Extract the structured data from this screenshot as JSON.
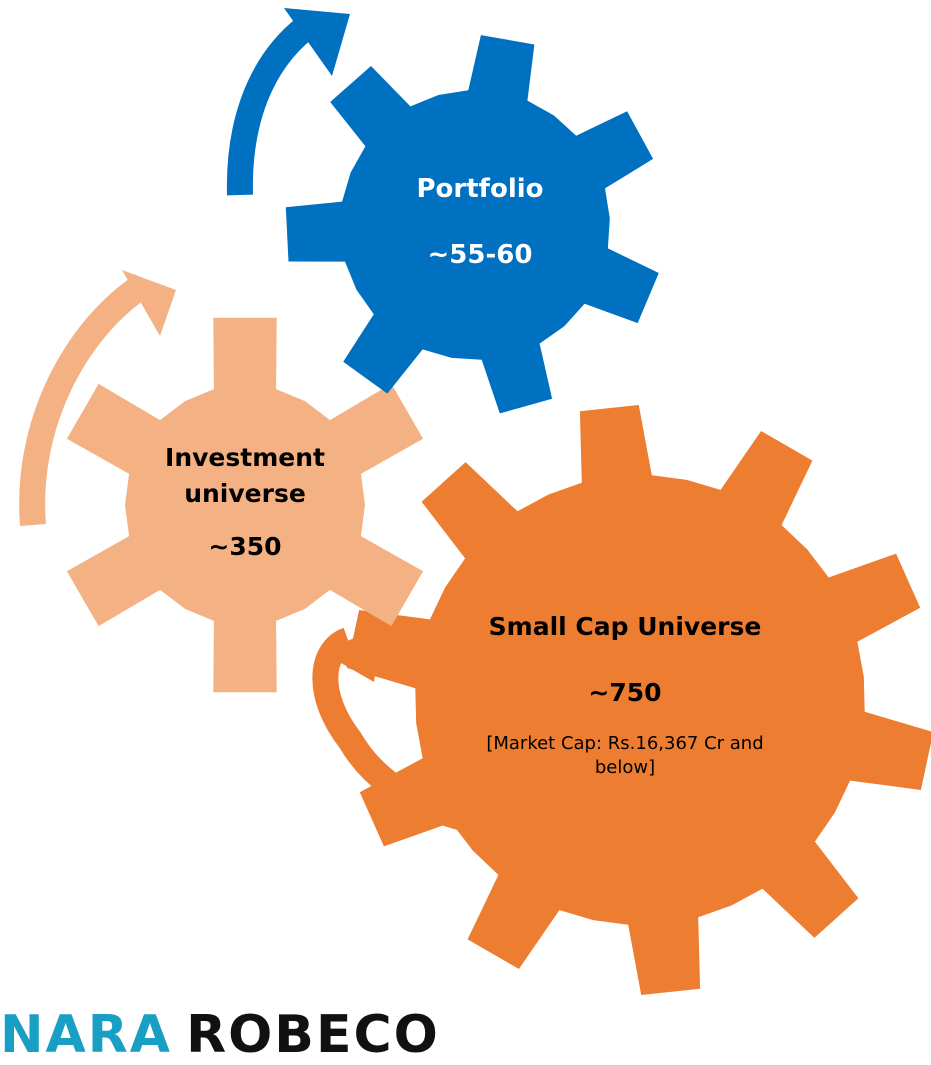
{
  "gears": {
    "portfolio": {
      "title": "Portfolio",
      "count": "~55-60",
      "color": "#0070c0"
    },
    "investment_universe": {
      "title": "Investment universe",
      "count": "~350",
      "color": "#f4b183"
    },
    "small_cap_universe": {
      "title": "Small Cap Universe",
      "count": "~750",
      "note": "[Market Cap: Rs.16,367 Cr and below]",
      "color": "#ed7d31"
    }
  },
  "logo": {
    "part1": "NARA",
    "part2": "ROBECO"
  }
}
